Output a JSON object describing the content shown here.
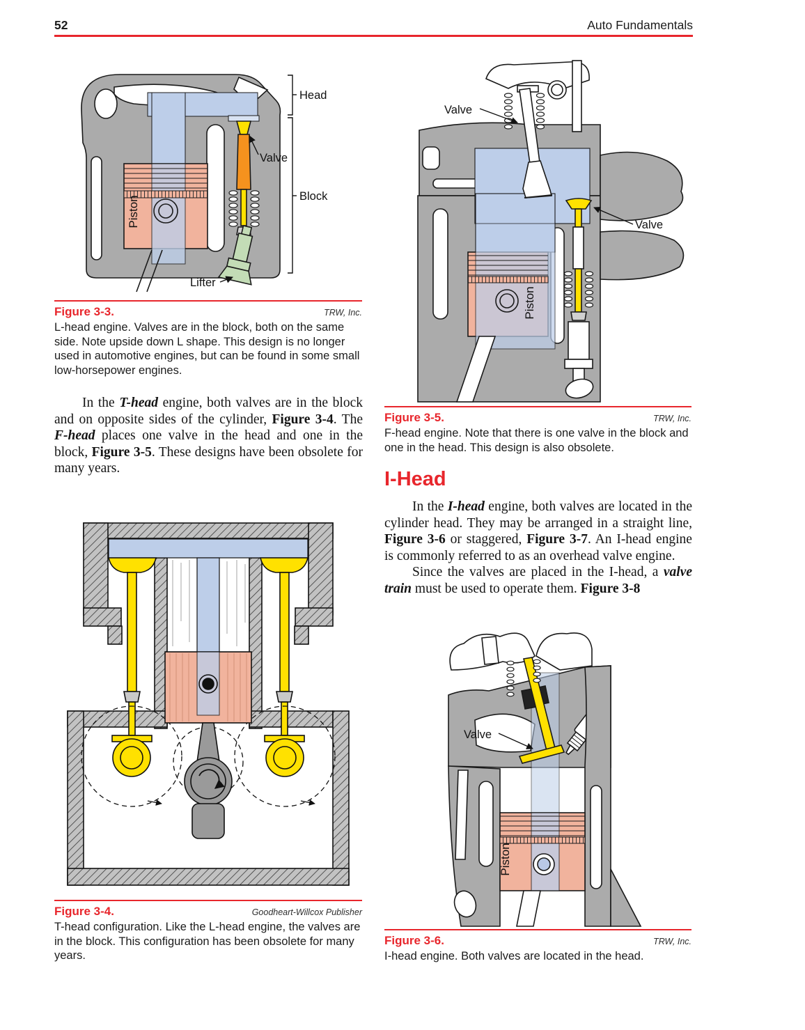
{
  "page": {
    "number": "52",
    "running_title": "Auto Fundamentals"
  },
  "colors": {
    "accent_red": "#e8262c",
    "block_gray": "#ababab",
    "chamber_blue": "#bdcee9",
    "piston_pink": "#f1b39d",
    "valve_yellow": "#ffe100",
    "valve_orange": "#f5921e",
    "lifter_green": "#c3dcb6"
  },
  "sections": {
    "ihead_heading": "I-Head"
  },
  "paragraphs": {
    "p1": [
      [
        "n",
        "In the "
      ],
      [
        "bi",
        "T-head"
      ],
      [
        "n",
        " engine, both valves are in the block and on opposite sides of the cylinder, "
      ],
      [
        "b",
        "Figure 3-4"
      ],
      [
        "n",
        ". The "
      ],
      [
        "bi",
        "F-head"
      ],
      [
        "n",
        " places one valve in the head and one in the block, "
      ],
      [
        "b",
        "Figure 3-5"
      ],
      [
        "n",
        ". These designs have been obsolete for many years."
      ]
    ],
    "p2": [
      [
        "n",
        "In the "
      ],
      [
        "bi",
        "I-head"
      ],
      [
        "n",
        " engine, both valves are located in the cylinder head. They may be arranged in a straight line, "
      ],
      [
        "b",
        "Figure 3-6"
      ],
      [
        "n",
        " or staggered, "
      ],
      [
        "b",
        "Figure 3-7"
      ],
      [
        "n",
        ". An I-head engine is commonly referred to as an overhead valve engine."
      ]
    ],
    "p3": [
      [
        "n",
        "Since the valves are placed in the I-head, a "
      ],
      [
        "bi",
        "valve train"
      ],
      [
        "n",
        " must be used to operate them. "
      ],
      [
        "b",
        "Figure 3-8"
      ]
    ]
  },
  "figures": {
    "fig33": {
      "label": "Figure 3-3.",
      "credit": "TRW, Inc.",
      "caption": "L-head engine. Valves are in the block, both on the same side. Note upside down L shape. This design is no longer used in automotive engines, but can be found in some small low-horsepower engines.",
      "ann": {
        "head": "Head",
        "valve": "Valve",
        "block": "Block",
        "piston": "Piston",
        "lifter": "Lifter"
      }
    },
    "fig34": {
      "label": "Figure 3-4.",
      "credit": "Goodheart-Willcox Publisher",
      "caption": "T-head configuration. Like the L-head engine, the valves are in the block. This configuration has been obsolete for many years."
    },
    "fig35": {
      "label": "Figure 3-5.",
      "credit": "TRW, Inc.",
      "caption": "F-head engine. Note that there is one valve in the block and one in the head. This design is also obsolete.",
      "ann": {
        "valve_top": "Valve",
        "valve_right": "Valve",
        "piston": "Piston"
      }
    },
    "fig36": {
      "label": "Figure 3-6.",
      "credit": "TRW, Inc.",
      "caption": "I-head engine. Both valves are located in the head.",
      "ann": {
        "valve": "Valve",
        "piston": "Piston"
      }
    }
  }
}
